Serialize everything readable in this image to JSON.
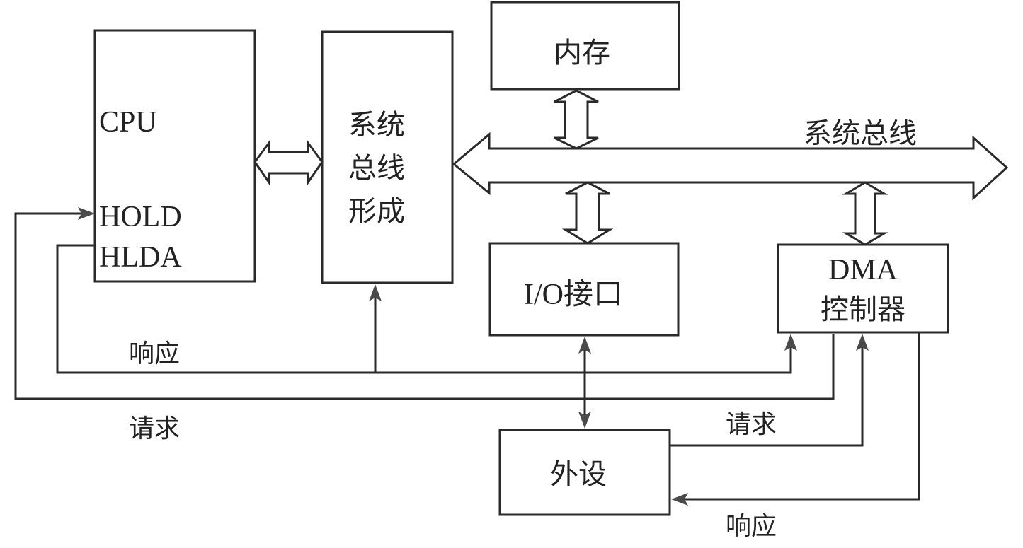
{
  "diagram": {
    "title": "DMA system block diagram",
    "nodes": {
      "cpu": {
        "label": "CPU",
        "pins": [
          "HOLD",
          "HLDA"
        ]
      },
      "bus_former": {
        "label_lines": [
          "系统",
          "总线",
          "形成"
        ]
      },
      "memory": {
        "label": "内存"
      },
      "io_interface": {
        "label": "I/O接口"
      },
      "dma_controller": {
        "label_lines": [
          "DMA",
          "控制器"
        ]
      },
      "peripheral": {
        "label": "外设"
      }
    },
    "bus": {
      "label": "系统总线"
    },
    "edges": [
      {
        "from": "cpu",
        "to": "bus_former",
        "type": "bidirectional-bus"
      },
      {
        "from": "bus_former",
        "to": "system_bus",
        "type": "bidirectional-bus"
      },
      {
        "from": "memory",
        "to": "system_bus",
        "type": "bidirectional-bus"
      },
      {
        "from": "io_interface",
        "to": "system_bus",
        "type": "bidirectional-bus"
      },
      {
        "from": "dma_controller",
        "to": "system_bus",
        "type": "bidirectional-bus"
      },
      {
        "from": "cpu",
        "to": "dma_controller",
        "pin": "HLDA",
        "label": "响应",
        "also_to": "bus_former"
      },
      {
        "from": "dma_controller",
        "to": "cpu",
        "pin": "HOLD",
        "label": "请求"
      },
      {
        "from": "io_interface",
        "to": "peripheral",
        "type": "bidirectional"
      },
      {
        "from": "peripheral",
        "to": "dma_controller",
        "label": "请求"
      },
      {
        "from": "dma_controller",
        "to": "peripheral",
        "label": "响应"
      }
    ],
    "signal_labels": {
      "cpu_ack": "响应",
      "cpu_req": "请求",
      "dev_req": "请求",
      "dev_ack": "响应"
    }
  },
  "colors": {
    "stroke": "#2a2a2a",
    "arrowhead": "#4a4a4a",
    "text": "#222222",
    "background": "#ffffff"
  }
}
